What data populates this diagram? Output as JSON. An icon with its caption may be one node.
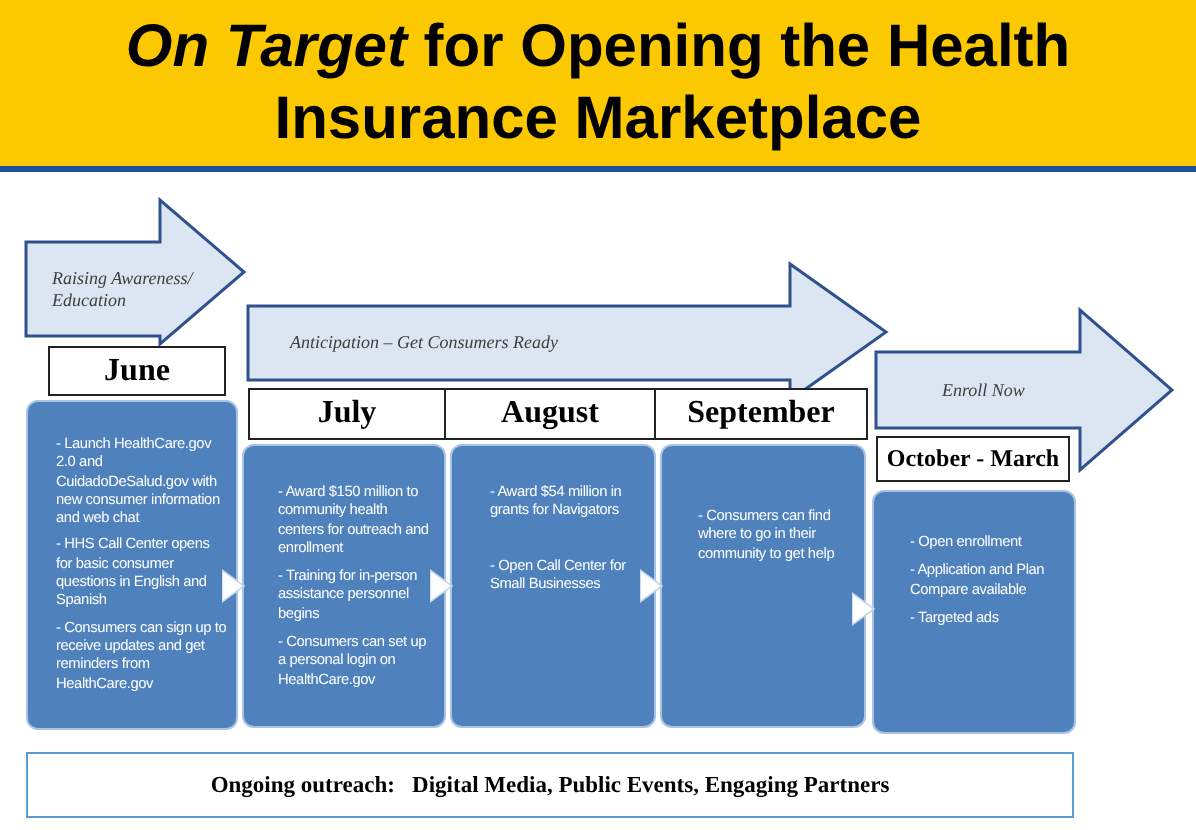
{
  "diagram": {
    "title": "*On Target* for Opening the Health Insurance Marketplace",
    "nodes": [
      {
        "text": [
          "Raising Awareness/ Education"
        ]
      },
      {
        "text": [
          "Anticipation – Get Consumers Ready"
        ]
      },
      {
        "text": [
          "Enroll Now"
        ]
      },
      {
        "text": [
          "June"
        ]
      },
      {
        "text": [
          "- Launch HealthCare.gov 2.0 and CuidadoDeSalud.gov with new consumer information and web chat",
          "- HHS Call Center opens for basic consumer questions in English and Spanish",
          "- Consumers can sign up to receive updates and get reminders from HealthCare.gov"
        ]
      },
      {
        "text": [
          "July"
        ]
      },
      {
        "text": [
          "August"
        ]
      },
      {
        "text": [
          "September"
        ]
      },
      {
        "text": [
          "- Award $150 million to community health centers for outreach and enrollment",
          "- Training for in-person assistance personnel begins",
          "- Consumers can set up a personal login on HealthCare.gov"
        ]
      },
      {
        "text": [
          "- Award $54 million in grants for Navigators",
          "- Open Call Center for Small Businesses"
        ]
      },
      {
        "text": [
          "- Consumers can find where to go in their community to get help"
        ]
      },
      {
        "text": [
          "October - March"
        ]
      },
      {
        "text": [
          "- Open enrollment",
          "- Application and Plan Compare available",
          "- Targeted ads"
        ]
      },
      {
        "text": [
          "Ongoing outreach:   Digital Media, Public Events, Engaging Partners"
        ]
      }
    ],
    "edges": [
      {
        "from": 4,
        "to": 8,
        "arrow": "to"
      },
      {
        "from": 8,
        "to": 9,
        "arrow": "to"
      },
      {
        "from": 9,
        "to": 10,
        "arrow": "to"
      },
      {
        "from": 10,
        "to": 12,
        "arrow": "to"
      }
    ]
  }
}
